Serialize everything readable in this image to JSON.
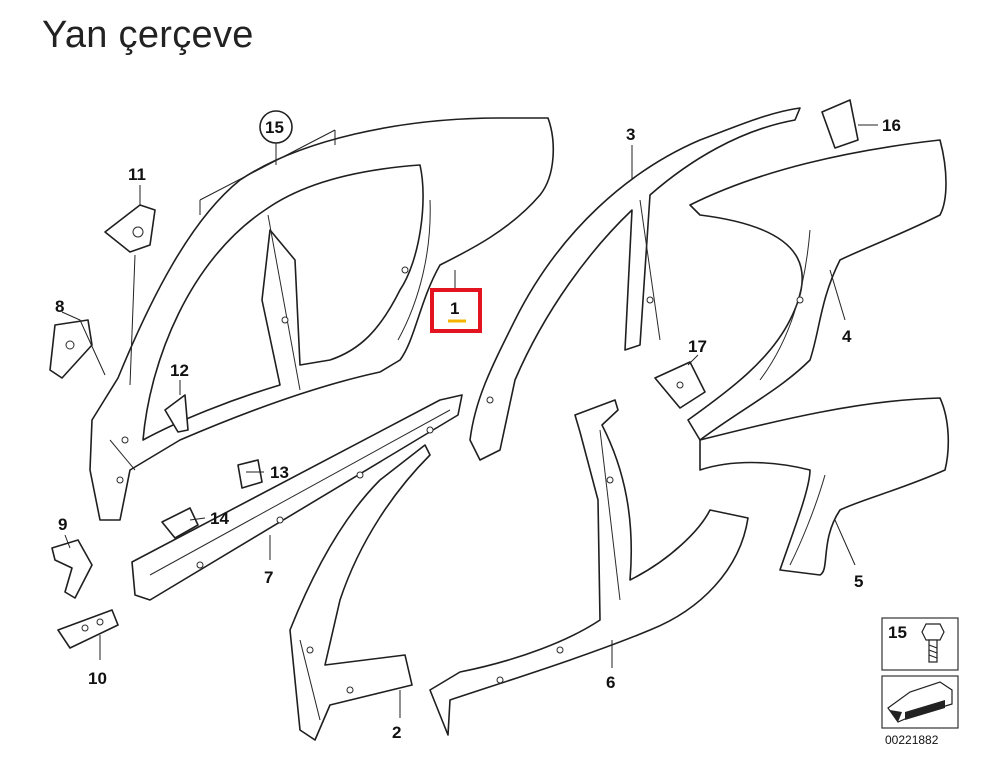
{
  "title": "Yan çerçeve",
  "callouts": {
    "c1": "1",
    "c2": "2",
    "c3": "3",
    "c4": "4",
    "c5": "5",
    "c6": "6",
    "c7": "7",
    "c8": "8",
    "c9": "9",
    "c10": "10",
    "c11": "11",
    "c12": "12",
    "c13": "13",
    "c14": "14",
    "c15": "15",
    "c16": "16",
    "c17": "17"
  },
  "highlighted_part": "1",
  "legend": {
    "label": "15"
  },
  "reference_number": "00221882",
  "colors": {
    "highlight_box": "#e3141f",
    "highlight_underline": "#f5b400"
  }
}
